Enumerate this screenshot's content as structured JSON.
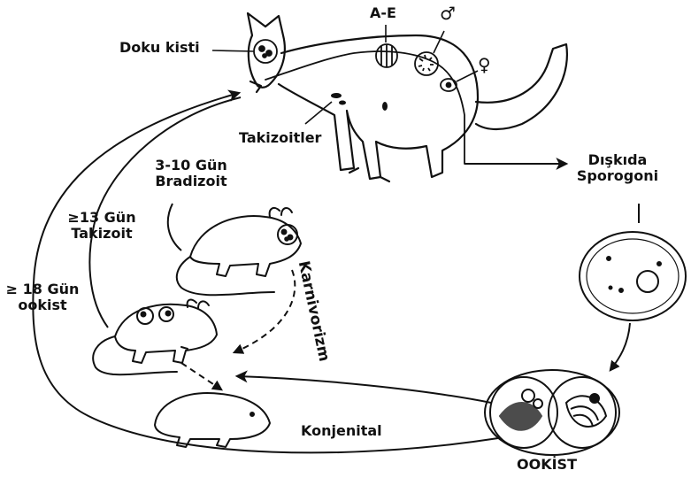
{
  "labels": {
    "doku_kisti": "Doku kisti",
    "a_e": "A-E",
    "male_symbol": "♂",
    "female_symbol": "♀",
    "takizoitler": "Takizoitler",
    "bradizoit_days": "3-10 Gün",
    "bradizoit": "Bradizoit",
    "takizoit_days": "≥13 Gün",
    "takizoit": "Takizoit",
    "ookist_days": "≥ 18 Gün",
    "ookist": "ookist",
    "diskida": "Dışkıda",
    "sporogoni": "Sporogoni",
    "karnivorizm": "Karnivorizm",
    "konjenital": "Konjenital",
    "ookist_caps": "OOKİST"
  },
  "colors": {
    "ink": "#111111",
    "background": "#ffffff"
  }
}
